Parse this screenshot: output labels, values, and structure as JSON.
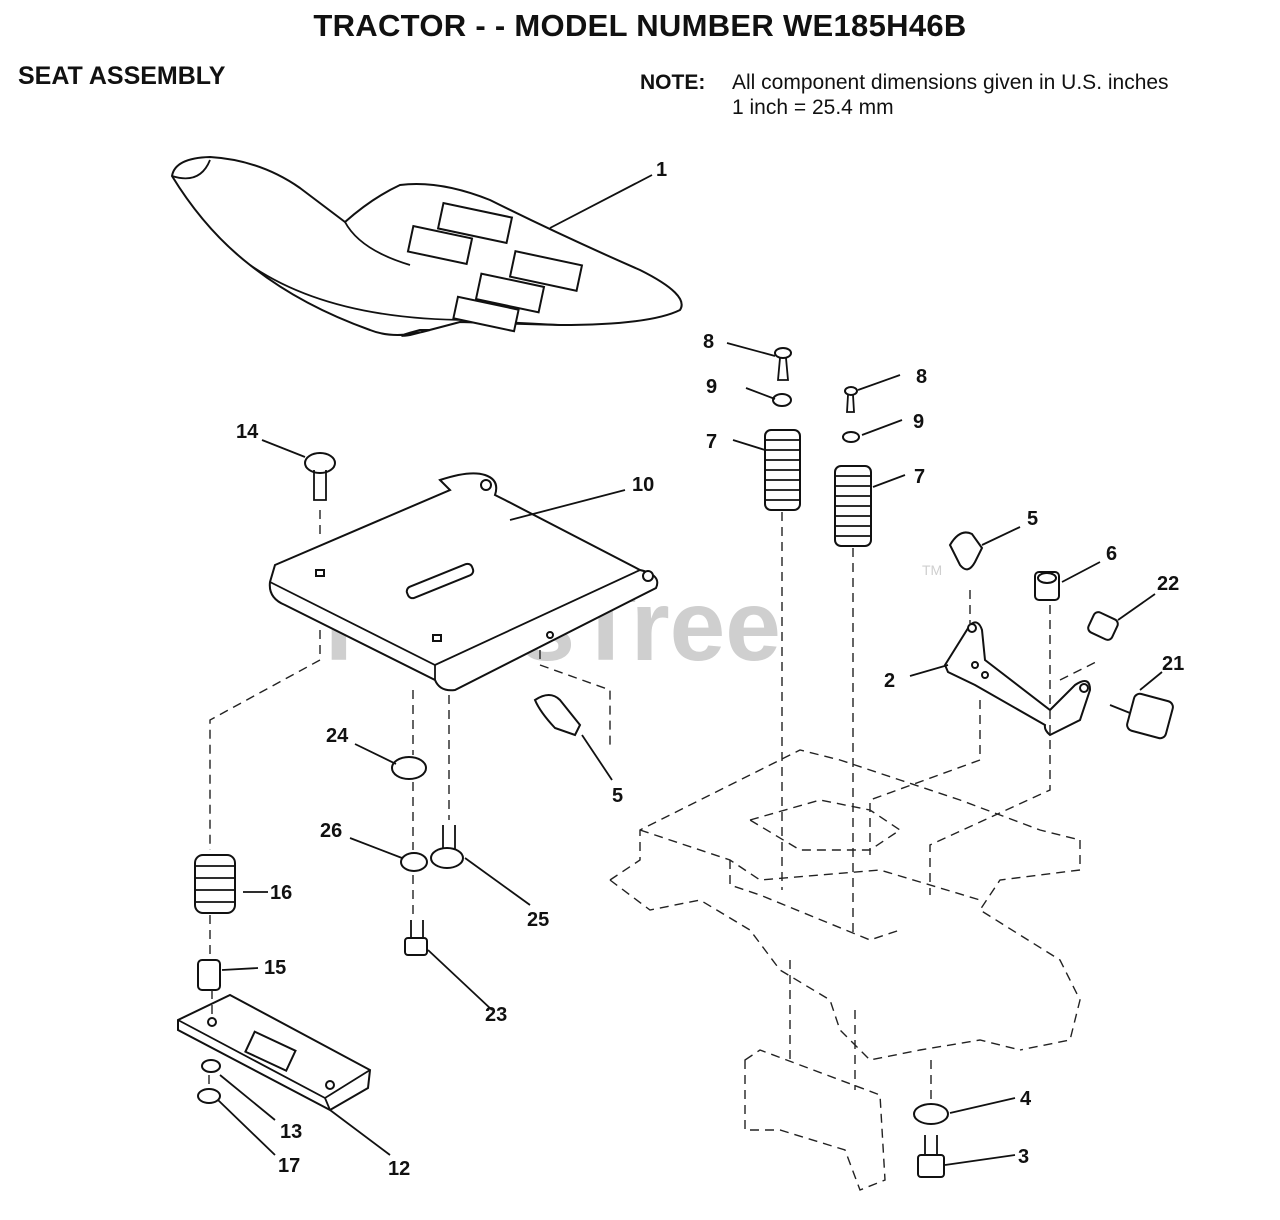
{
  "header": {
    "title": "TRACTOR - - MODEL NUMBER WE185H46B",
    "section": "SEAT ASSEMBLY",
    "note_label": "NOTE:",
    "note_line1": "All component dimensions given in U.S. inches",
    "note_line2": "1 inch = 25.4 mm"
  },
  "watermark": {
    "text": "PartsTree",
    "mark": "TM"
  },
  "callouts": {
    "c1": "1",
    "c2": "2",
    "c3": "3",
    "c4": "4",
    "c5a": "5",
    "c5b": "5",
    "c6": "6",
    "c7a": "7",
    "c7b": "7",
    "c8a": "8",
    "c8b": "8",
    "c9a": "9",
    "c9b": "9",
    "c10": "10",
    "c12": "12",
    "c13": "13",
    "c14": "14",
    "c15": "15",
    "c16": "16",
    "c17": "17",
    "c21": "21",
    "c22": "22",
    "c23": "23",
    "c24": "24",
    "c25": "25",
    "c26": "26"
  }
}
